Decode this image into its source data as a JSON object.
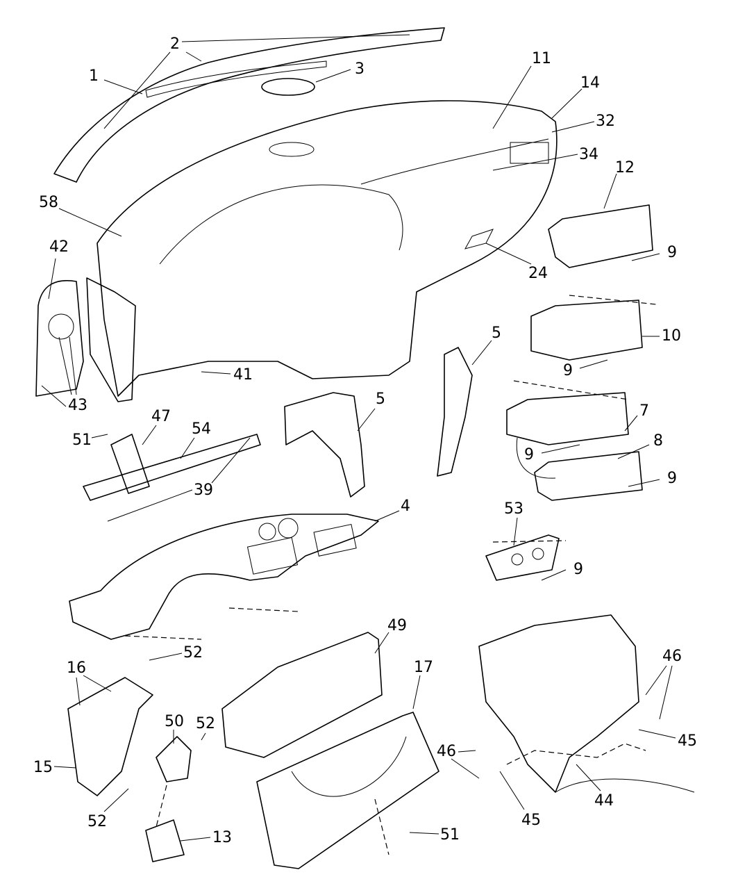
{
  "diagram": {
    "type": "exploded parts diagram",
    "callouts": [
      {
        "num": "1"
      },
      {
        "num": "2"
      },
      {
        "num": "3"
      },
      {
        "num": "11"
      },
      {
        "num": "14"
      },
      {
        "num": "32"
      },
      {
        "num": "34"
      },
      {
        "num": "12"
      },
      {
        "num": "9"
      },
      {
        "num": "24"
      },
      {
        "num": "58"
      },
      {
        "num": "42"
      },
      {
        "num": "43"
      },
      {
        "num": "41"
      },
      {
        "num": "5"
      },
      {
        "num": "10"
      },
      {
        "num": "9"
      },
      {
        "num": "5"
      },
      {
        "num": "47"
      },
      {
        "num": "54"
      },
      {
        "num": "51"
      },
      {
        "num": "39"
      },
      {
        "num": "7"
      },
      {
        "num": "8"
      },
      {
        "num": "9"
      },
      {
        "num": "9"
      },
      {
        "num": "4"
      },
      {
        "num": "53"
      },
      {
        "num": "9"
      },
      {
        "num": "52"
      },
      {
        "num": "49"
      },
      {
        "num": "17"
      },
      {
        "num": "46"
      },
      {
        "num": "16"
      },
      {
        "num": "50"
      },
      {
        "num": "52"
      },
      {
        "num": "15"
      },
      {
        "num": "46"
      },
      {
        "num": "45"
      },
      {
        "num": "44"
      },
      {
        "num": "45"
      },
      {
        "num": "52"
      },
      {
        "num": "13"
      },
      {
        "num": "51"
      }
    ]
  }
}
